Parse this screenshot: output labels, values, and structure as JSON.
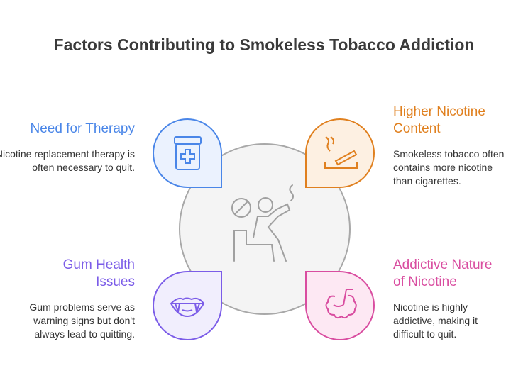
{
  "title": "Factors Contributing to Smokeless Tobacco Addiction",
  "items": [
    {
      "heading": "Need for Therapy",
      "text": "Nicotine replacement therapy is often necessary to quit.",
      "color": "#4a86e8",
      "icon": "medicine-jar-icon"
    },
    {
      "heading": "Higher Nicotine Content",
      "text": "Smokeless tobacco often contains more nicotine than cigarettes.",
      "color": "#e0801f",
      "icon": "cigarette-icon"
    },
    {
      "heading": "Gum Health Issues",
      "text": "Gum problems serve as warning signs but don't always lead to quitting.",
      "color": "#7b5ce8",
      "icon": "mouth-icon"
    },
    {
      "heading": "Addictive Nature of Nicotine",
      "text": "Nicotine is highly addictive, making it difficult to quit.",
      "color": "#d94da0",
      "icon": "brain-icon"
    }
  ],
  "center_icon": "person-smoking-icon"
}
